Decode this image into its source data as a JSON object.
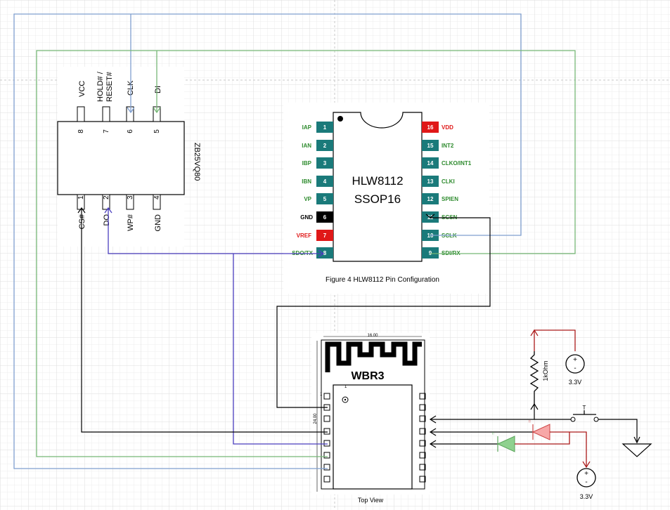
{
  "flash_chip": {
    "part_number": "ZB25VQ80",
    "top_pins": [
      {
        "num": "8",
        "label": "VCC"
      },
      {
        "num": "7",
        "label": "HOLD# /",
        "label2": "RESET#"
      },
      {
        "num": "6",
        "label": "CLK"
      },
      {
        "num": "5",
        "label": "DI"
      }
    ],
    "bottom_pins": [
      {
        "num": "1",
        "label": "CS#"
      },
      {
        "num": "2",
        "label": "DO"
      },
      {
        "num": "3",
        "label": "WP#"
      },
      {
        "num": "4",
        "label": "GND"
      }
    ]
  },
  "hlw_chip": {
    "name": "HLW8112",
    "package": "SSOP16",
    "caption": "Figure 4 HLW8112 Pin Configuration",
    "left_pins": [
      {
        "num": "1",
        "label": "IAP"
      },
      {
        "num": "2",
        "label": "IAN"
      },
      {
        "num": "3",
        "label": "IBP"
      },
      {
        "num": "4",
        "label": "IBN"
      },
      {
        "num": "5",
        "label": "VP"
      },
      {
        "num": "6",
        "label": "GND"
      },
      {
        "num": "7",
        "label": "VREF"
      },
      {
        "num": "8",
        "label": "SDO/TX"
      }
    ],
    "right_pins": [
      {
        "num": "16",
        "label": "VDD"
      },
      {
        "num": "15",
        "label": "INT2"
      },
      {
        "num": "14",
        "label": "CLKO/INT1"
      },
      {
        "num": "13",
        "label": "CLKI"
      },
      {
        "num": "12",
        "label": "SPIEN"
      },
      {
        "num": "11",
        "label": "SCSN"
      },
      {
        "num": "10",
        "label": "SCLK"
      },
      {
        "num": "9",
        "label": "SDI/RX"
      }
    ]
  },
  "module": {
    "name": "WBR3",
    "width_dim": "16.00",
    "height_dim": "24.00",
    "view_label": "Top View"
  },
  "components": {
    "resistor": "1kOhm",
    "supply_1": "3.3V",
    "supply_2": "3.3V",
    "switch": "T",
    "source_plus": "+",
    "source_minus": "-"
  },
  "colors": {
    "blue_wire": "#7f9fcf",
    "green_wire": "#76b776",
    "purple_wire": "#4b3fbf",
    "black_wire": "#000000",
    "red_wire": "#aa1a1a",
    "led_red": "#f7a7a7",
    "led_green": "#8fd18f"
  }
}
